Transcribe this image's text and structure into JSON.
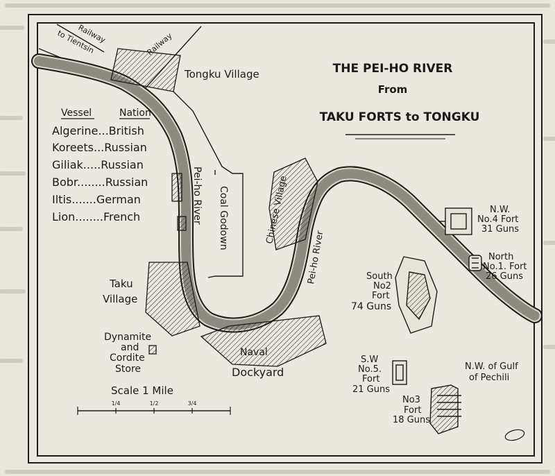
{
  "title": {
    "line1": "THE PEI-HO RIVER",
    "line2": "From",
    "line3": "TAKU FORTS to TONGKU"
  },
  "legend": {
    "header_vessel": "Vessel",
    "header_nation": "Nation",
    "rows": [
      "Algerine...British",
      "Koreets...Russian",
      "Giliak.....Russian",
      "Bobr........Russian",
      "Iltis.......German",
      "Lion........French"
    ]
  },
  "railways": {
    "to_tientsin": "Railway",
    "to_tientsin_sub": "to Tientsin",
    "main": "Railway"
  },
  "places": {
    "tongku_village": "Tongku Village",
    "coal_godown": "Coal Godown",
    "pei_ho_river_1": "Pei-ho River",
    "pei_ho_river_2": "Pei-ho River",
    "chinese_village": "Chinese Village",
    "taku_village_1": "Taku",
    "taku_village_2": "Village",
    "dynamite_1": "Dynamite",
    "dynamite_2": "and",
    "dynamite_3": "Cordite",
    "dynamite_4": "Store",
    "naval": "Naval",
    "dockyard": "Dockyard",
    "gulf_1": "N.W. of Gulf",
    "gulf_2": "of Pechili"
  },
  "forts": {
    "nw4_1": "N.W.",
    "nw4_2": "No.4 Fort",
    "nw4_3": "31 Guns",
    "north1_1": "North",
    "north1_2": "No.1. Fort",
    "north1_3": "26 Guns",
    "south2_1": "South",
    "south2_2": "No2",
    "south2_3": "Fort",
    "south2_4": "74 Guns",
    "sw5_1": "S.W",
    "sw5_2": "No.5.",
    "sw5_3": "Fort",
    "sw5_4": "21 Guns",
    "no3_1": "No3",
    "no3_2": "Fort",
    "no3_3": "18 Guns"
  },
  "scale": {
    "label": "Scale 1 Mile",
    "tick_quarter": "1/4",
    "tick_half": "1/2",
    "tick_three_quarter": "3/4"
  }
}
